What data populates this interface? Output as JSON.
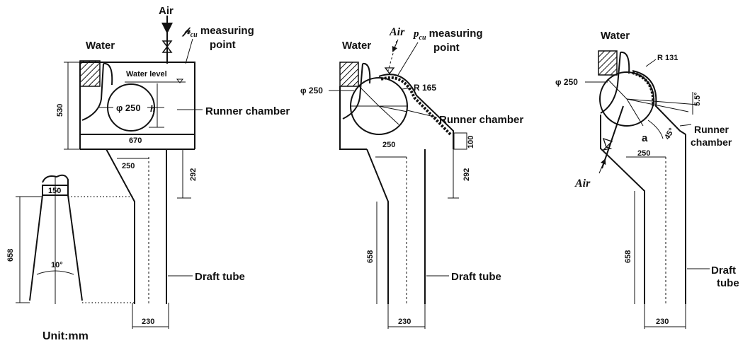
{
  "unit_label": "Unit:mm",
  "fig1": {
    "air": "Air",
    "water": "Water",
    "measuring_symbol": "𝓅",
    "measuring_sub": "cu",
    "measuring_text": " measuring",
    "measuring_point": "point",
    "water_level": "Water level",
    "runner_chamber": "Runner chamber",
    "draft_tube": "Draft tube",
    "phi": "φ 250",
    "h": "h",
    "dims": {
      "height_530": "530",
      "width_670": "670",
      "dim_250": "250",
      "dim_292": "292",
      "dim_230": "230",
      "dim_150": "150",
      "dim_658": "658",
      "angle_10": "10°"
    }
  },
  "fig2": {
    "air": "Air",
    "water": "Water",
    "measuring_symbol": "p",
    "measuring_sub": "cu",
    "measuring_text": " measuring",
    "measuring_point": "point",
    "runner_chamber": "Runner chamber",
    "draft_tube": "Draft tube",
    "phi": "φ 250",
    "radius": "R 165",
    "dims": {
      "dim_250": "250",
      "dim_100": "100",
      "dim_292": "292",
      "dim_658": "658",
      "dim_230": "230"
    }
  },
  "fig3": {
    "air": "Air",
    "water": "Water",
    "runner": "Runner",
    "chamber": "chamber",
    "draft": "Draft",
    "tube": "tube",
    "phi": "φ 250",
    "radius": "R 131",
    "alpha": "a",
    "dims": {
      "angle_55": "5.5°",
      "angle_45": "45°",
      "dim_250": "250",
      "dim_658": "658",
      "dim_230": "230"
    }
  }
}
